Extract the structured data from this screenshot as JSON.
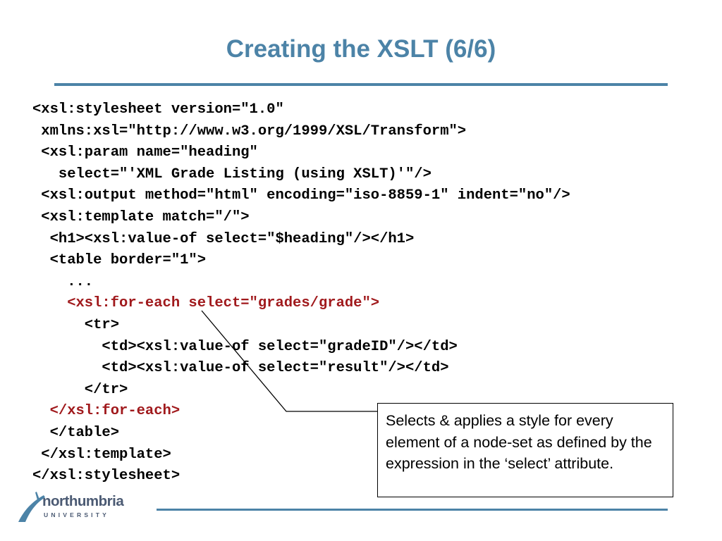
{
  "slide": {
    "title": "Creating the XSLT (6/6)"
  },
  "code": {
    "lines": [
      {
        "text": "<xsl:stylesheet version=\"1.0\"",
        "highlight": false
      },
      {
        "text": " xmlns:xsl=\"http://www.w3.org/1999/XSL/Transform\">",
        "highlight": false
      },
      {
        "text": " <xsl:param name=\"heading\"",
        "highlight": false
      },
      {
        "text": "   select=\"'XML Grade Listing (using XSLT)'\"/>",
        "highlight": false
      },
      {
        "text": " <xsl:output method=\"html\" encoding=\"iso-8859-1\" indent=\"no\"/>",
        "highlight": false
      },
      {
        "text": " <xsl:template match=\"/\">",
        "highlight": false
      },
      {
        "text": "  <h1><xsl:value-of select=\"$heading\"/></h1>",
        "highlight": false
      },
      {
        "text": "  <table border=\"1\">",
        "highlight": false
      },
      {
        "text": "    ...",
        "highlight": false
      },
      {
        "text": "    <xsl:for-each select=\"grades/grade\">",
        "highlight": true
      },
      {
        "text": "      <tr>",
        "highlight": false
      },
      {
        "text": "        <td><xsl:value-of select=\"gradeID\"/></td>",
        "highlight": false
      },
      {
        "text": "        <td><xsl:value-of select=\"result\"/></td>",
        "highlight": false
      },
      {
        "text": "      </tr>",
        "highlight": false
      },
      {
        "text": "  </xsl:for-each>",
        "highlight": true
      },
      {
        "text": "  </table>",
        "highlight": false
      },
      {
        "text": " </xsl:template>",
        "highlight": false
      },
      {
        "text": "</xsl:stylesheet>",
        "highlight": false
      }
    ]
  },
  "callout": {
    "text": "Selects & applies a style for every element of a node-set as defined by the expression in the ‘select’ attribute."
  },
  "logo": {
    "name": "northumbria",
    "subtitle": "UNIVERSITY"
  },
  "colors": {
    "accent": "#4c83a7",
    "highlight": "#a0191c",
    "logo": "#4b5a73"
  }
}
